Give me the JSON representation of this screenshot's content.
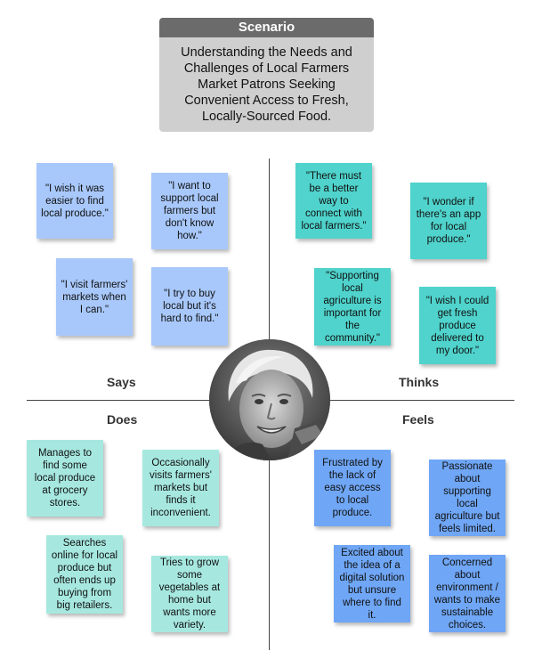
{
  "scenario": {
    "header": "Scenario",
    "text": "Understanding the Needs and Challenges of Local Farmers Market Patrons Seeking Convenient Access to Fresh, Locally-Sourced Food."
  },
  "quadrants": {
    "says": {
      "label": "Says",
      "notes": [
        "\"I wish it was easier to find local produce.\"",
        "\"I want to support local farmers but don't know how.\"",
        "\"I visit farmers' markets when I can.\"",
        "\"I try to buy local but it's hard to find.\""
      ]
    },
    "thinks": {
      "label": "Thinks",
      "notes": [
        "\"There must be a better way to connect with local farmers.\"",
        "\"I wonder if there's an app for local produce.\"",
        "\"Supporting local agriculture is important for the community.\"",
        "\"I wish I could get fresh produce delivered to my door.\""
      ]
    },
    "does": {
      "label": "Does",
      "notes": [
        "Manages to find some local produce at grocery stores.",
        "Occasionally visits farmers' markets but finds it inconvenient.",
        "Searches online for local produce but often ends up buying from big retailers.",
        "Tries to grow some vegetables at home but wants more variety."
      ]
    },
    "feels": {
      "label": "Feels",
      "notes": [
        "Frustrated by the lack of easy access to local produce.",
        "Passionate about supporting local agriculture but feels limited.",
        "Excited about the idea of a digital solution but unsure where to find it.",
        "Concerned about environment / wants to make sustainable choices."
      ]
    }
  },
  "colors": {
    "says_note": "#a8c8fb",
    "thinks_note": "#4fd3cc",
    "does_note": "#a6e8e0",
    "feels_note": "#6fa6f5",
    "scenario_header": "#6b6b6b",
    "scenario_body": "#cfcfcf"
  }
}
